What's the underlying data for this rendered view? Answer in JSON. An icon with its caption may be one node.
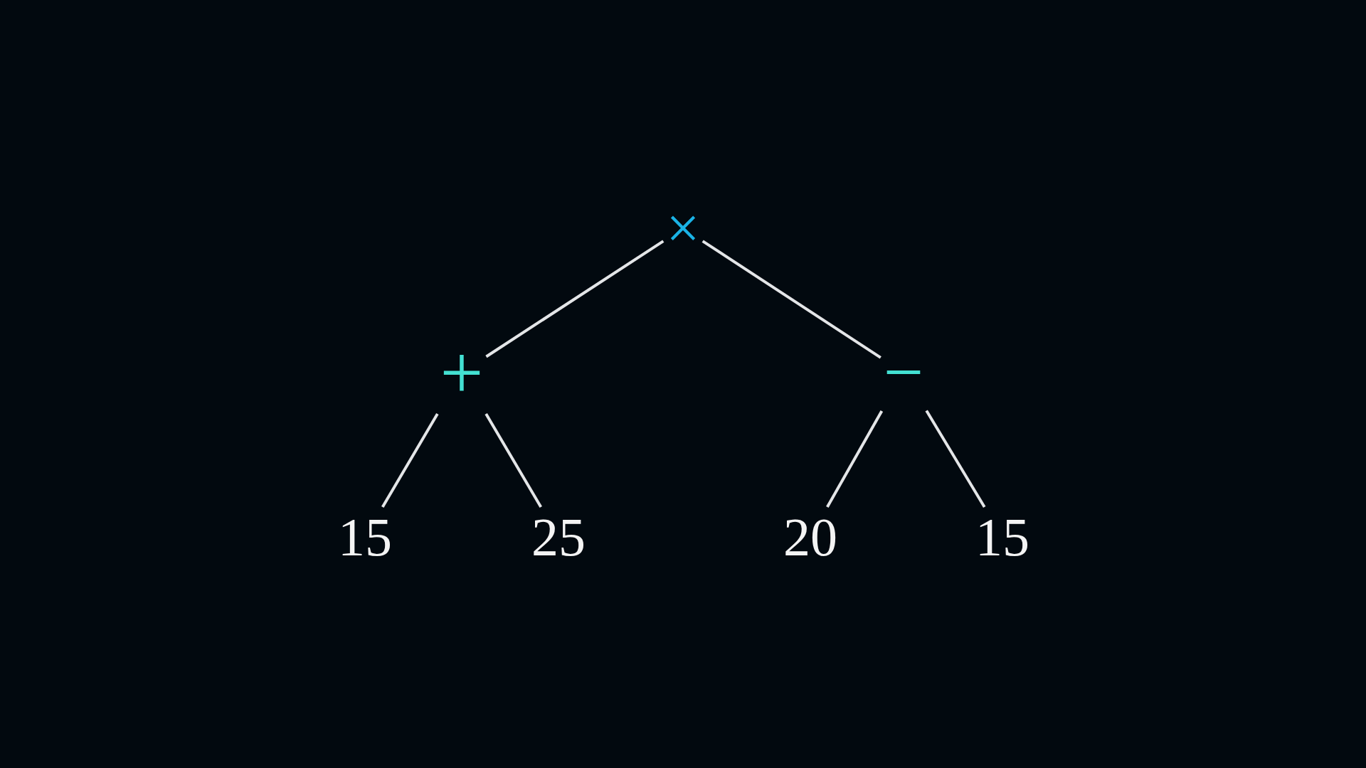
{
  "diagram": {
    "nodes": [
      {
        "text": [
          "×"
        ]
      },
      {
        "text": [
          "+"
        ]
      },
      {
        "text": [
          "−"
        ]
      },
      {
        "text": [
          "15"
        ]
      },
      {
        "text": [
          "25"
        ]
      },
      {
        "text": [
          "20"
        ]
      },
      {
        "text": [
          "15"
        ]
      }
    ],
    "edges": [
      {
        "from": 0,
        "to": 1,
        "arrow": "none"
      },
      {
        "from": 0,
        "to": 2,
        "arrow": "none"
      },
      {
        "from": 1,
        "to": 3,
        "arrow": "none"
      },
      {
        "from": 1,
        "to": 4,
        "arrow": "none"
      },
      {
        "from": 2,
        "to": 5,
        "arrow": "none"
      },
      {
        "from": 2,
        "to": 6,
        "arrow": "none"
      }
    ]
  }
}
